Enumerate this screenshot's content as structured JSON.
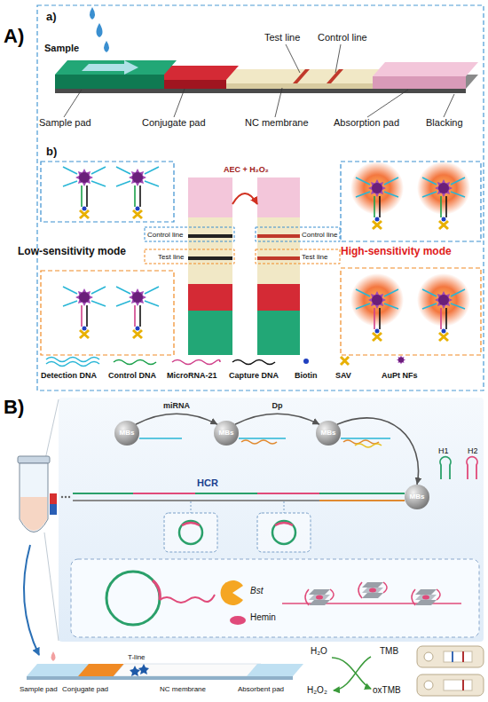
{
  "diagram": {
    "nodes": [
      {
        "text": [
          "MBs"
        ]
      },
      {
        "text": [
          "MBs"
        ]
      },
      {
        "text": [
          "MBs"
        ]
      },
      {
        "text": [
          "MBs"
        ]
      }
    ],
    "edges": [
      {
        "from": 0,
        "to": 1,
        "arrow": "to",
        "label": "miRNA"
      },
      {
        "from": 1,
        "to": 2,
        "arrow": "to",
        "label": "Dp"
      },
      {
        "from": 2,
        "to": 3,
        "arrow": "to"
      }
    ],
    "labels": [
      "A)",
      "a)",
      "Sample",
      "Test line",
      "Control line",
      "Sample pad",
      "Conjugate pad",
      "NC membrane",
      "Absorption pad",
      "Blacking",
      "b)",
      "Control line",
      "Test line",
      "Low-sensitivity mode",
      "AEC + H₂O₂",
      "Control line",
      "Test line",
      "High-sensitivity mode",
      "B)",
      "H1",
      "H2",
      "HCR",
      "Bst",
      "Hemin",
      "T-line",
      "Sample pad",
      "Conjugate pad",
      "NC membrane",
      "Absorbent pad",
      "H₂O",
      "TMB",
      "H₂O₂",
      "oxTMB"
    ],
    "legend": [
      {
        "text": "Detection DNA"
      },
      {
        "text": "Control DNA"
      },
      {
        "text": "MicroRNA-21"
      },
      {
        "text": "Capture DNA"
      },
      {
        "text": "Biotin"
      },
      {
        "text": "SAV"
      },
      {
        "text": "AuPt NFs"
      }
    ]
  }
}
